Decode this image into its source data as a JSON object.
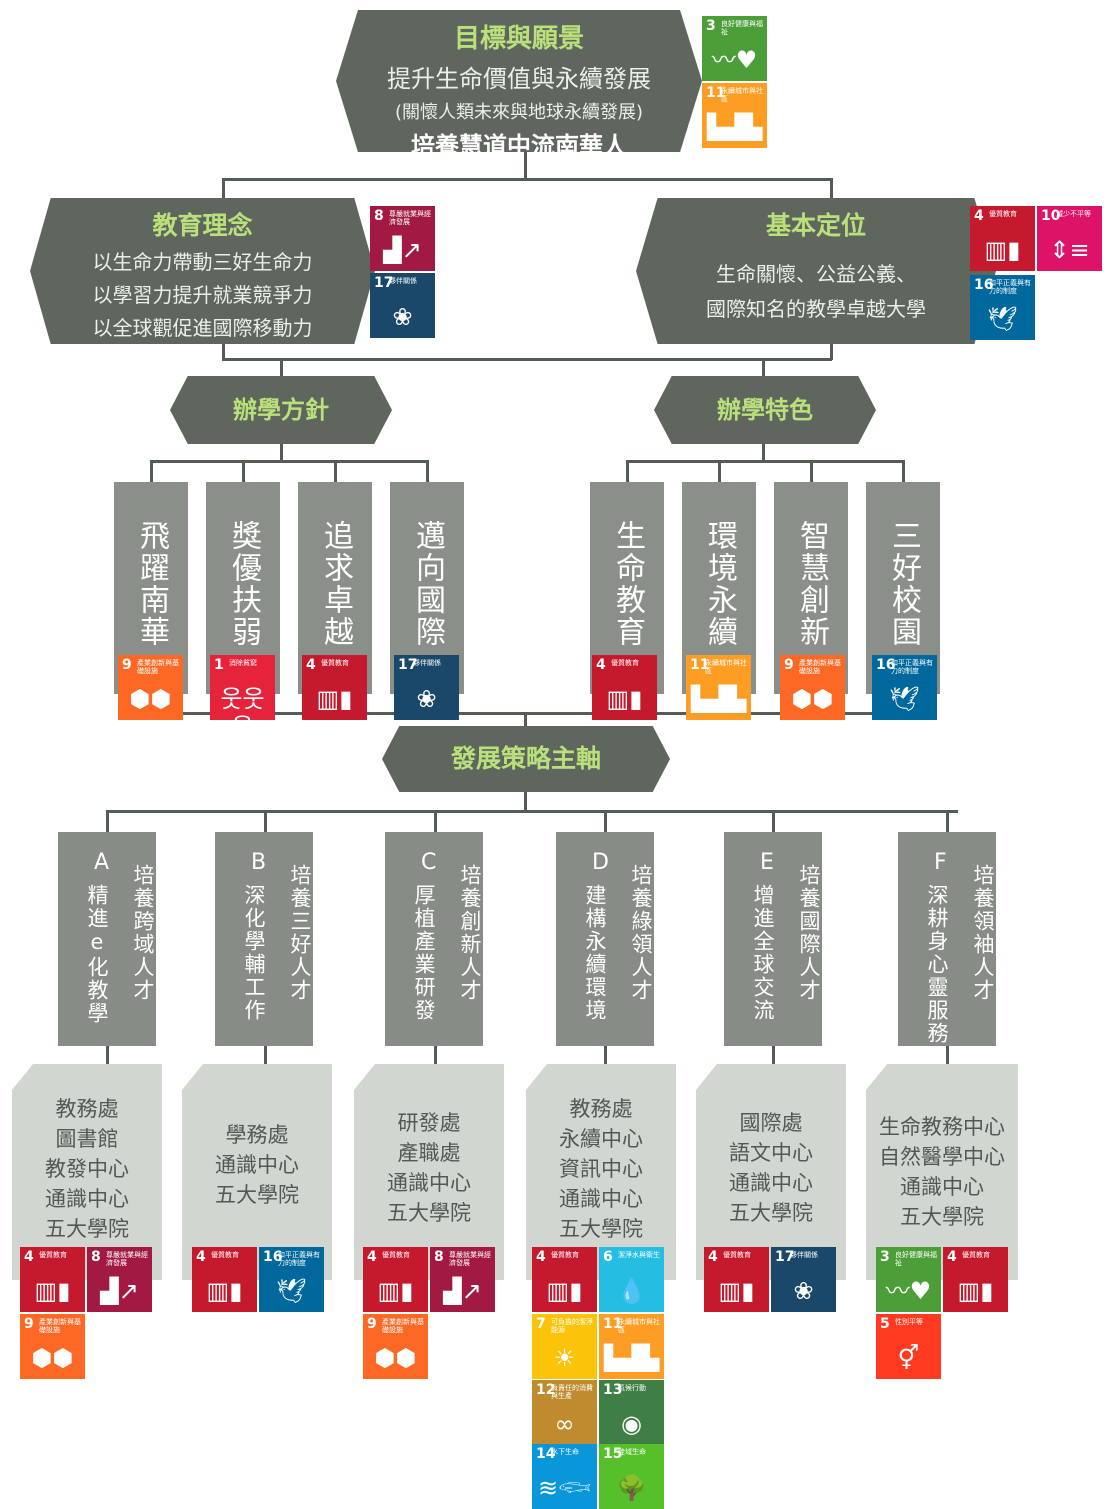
{
  "vision": {
    "title": "目標與願景",
    "line1": "提升生命價值與永續發展",
    "line2": "(關懷人類未來與地球永續發展)",
    "line3": "培養慧道中流南華人"
  },
  "education": {
    "title": "教育理念",
    "lines": [
      "以生命力帶動三好生命力",
      "以學習力提升就業競爭力",
      "以全球觀促進國際移動力"
    ]
  },
  "positioning": {
    "title": "基本定位",
    "lines": [
      "生命關懷、公益公義、",
      "國際知名的教學卓越大學"
    ]
  },
  "policy": {
    "title": "辦學方針"
  },
  "features": {
    "title": "辦學特色"
  },
  "policy_items": [
    "飛躍南華",
    "獎優扶弱",
    "追求卓越",
    "邁向國際"
  ],
  "feature_items": [
    "生命教育",
    "環境永續",
    "智慧創新",
    "三好校園"
  ],
  "strategy": {
    "title": "發展策略主軸"
  },
  "strategies": [
    {
      "letter": "A",
      "talent": "培養跨域人才",
      "action": "精進e化教學"
    },
    {
      "letter": "B",
      "talent": "培養三好人才",
      "action": "深化學輔工作"
    },
    {
      "letter": "C",
      "talent": "培養創新人才",
      "action": "厚植產業研發"
    },
    {
      "letter": "D",
      "talent": "培養綠領人才",
      "action": "建構永續環境"
    },
    {
      "letter": "E",
      "talent": "培養國際人才",
      "action": "增進全球交流"
    },
    {
      "letter": "F",
      "talent": "培養領袖人才",
      "action": "深耕身心靈服務"
    }
  ],
  "units": [
    [
      "教務處",
      "圖書館",
      "教發中心",
      "通識中心",
      "五大學院"
    ],
    [
      "學務處",
      "通識中心",
      "五大學院"
    ],
    [
      "研發處",
      "產職處",
      "通識中心",
      "五大學院"
    ],
    [
      "教務處",
      "永續中心",
      "資訊中心",
      "通識中心",
      "五大學院"
    ],
    [
      "國際處",
      "語文中心",
      "通識中心",
      "五大學院"
    ],
    [
      "生命教務中心",
      "自然醫學中心",
      "通識中心",
      "五大學院"
    ]
  ],
  "sdg_labels": {
    "1": "消除貧窮",
    "3": "良好健康與福祉",
    "4": "優質教育",
    "5": "性別平等",
    "6": "潔淨水與衛生",
    "7": "可負擔的潔淨能源",
    "8": "尊嚴就業與經濟發展",
    "9": "產業創新與基礎設施",
    "10": "減少不平等",
    "11": "永續城市與社區",
    "12": "負責任的消費與生產",
    "13": "氣候行動",
    "14": "水下生命",
    "15": "陸域生命",
    "16": "和平正義與有力的制度",
    "17": "夥伴關係"
  },
  "sdg_colors": {
    "1": "#e5243b",
    "3": "#4c9f38",
    "4": "#c5192d",
    "5": "#ff3a21",
    "6": "#26bde2",
    "7": "#fcc30b",
    "8": "#a21942",
    "9": "#fd6925",
    "10": "#dd1367",
    "11": "#fd9d24",
    "12": "#bf8b2e",
    "13": "#3f7e44",
    "14": "#0a97d9",
    "15": "#56c02b",
    "16": "#00689d",
    "17": "#19486a"
  },
  "sdg_icons": {
    "1": "people-icon",
    "3": "heartbeat-icon",
    "4": "book-icon",
    "5": "gender-icon",
    "6": "water-drop-icon",
    "7": "sun-icon",
    "8": "growth-chart-icon",
    "9": "cubes-icon",
    "10": "equality-icon",
    "11": "city-icon",
    "12": "infinity-icon",
    "13": "eye-globe-icon",
    "14": "fish-icon",
    "15": "tree-icon",
    "16": "dove-icon",
    "17": "rings-icon"
  }
}
